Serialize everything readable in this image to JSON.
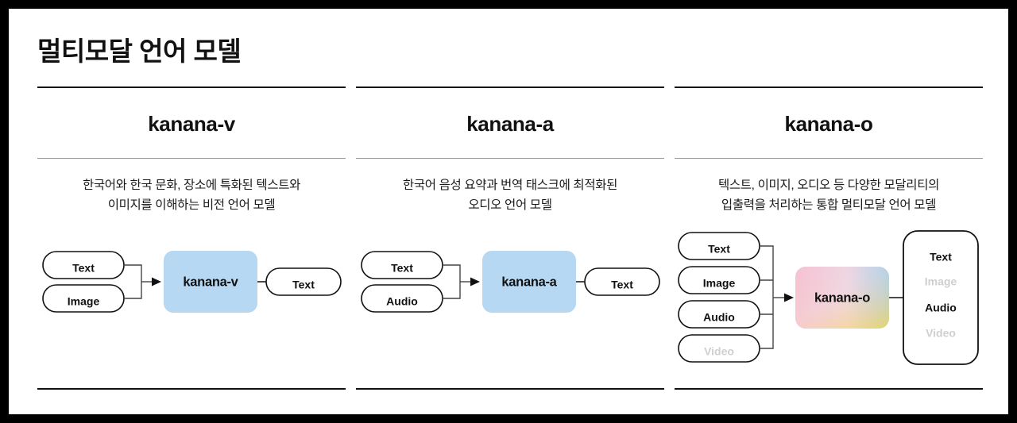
{
  "page": {
    "title": "멀티모달 언어 모델",
    "background": "#000000",
    "canvas_color": "#ffffff"
  },
  "colors": {
    "rule_top": "#111111",
    "rule_mid": "#9a9a9a",
    "core_blue": "#b6d8f2",
    "gradient_pink_top": "#f5ccdd",
    "gradient_blue": "#a9d4f0",
    "gradient_pink_bottom": "#f6a8bd",
    "gradient_yellow": "#ffd629",
    "muted_text": "#cfcfcf",
    "text": "#111111"
  },
  "columns": [
    {
      "id": "kanana-v",
      "name": "kanana-v",
      "description_lines": [
        "한국어와 한국 문화, 장소에 특화된 텍스트와",
        "이미지를 이해하는 비전 언어 모델"
      ],
      "diagram": {
        "type": "flow",
        "inputs": [
          {
            "label": "Text",
            "muted": false
          },
          {
            "label": "Image",
            "muted": false
          }
        ],
        "core": {
          "label": "kanana-v",
          "style": "blue"
        },
        "outputs": [
          {
            "label": "Text",
            "muted": false
          }
        ],
        "output_style": "pill"
      }
    },
    {
      "id": "kanana-a",
      "name": "kanana-a",
      "description_lines": [
        "한국어 음성 요약과 번역 태스크에 최적화된",
        "오디오 언어 모델"
      ],
      "diagram": {
        "type": "flow",
        "inputs": [
          {
            "label": "Text",
            "muted": false
          },
          {
            "label": "Audio",
            "muted": false
          }
        ],
        "core": {
          "label": "kanana-a",
          "style": "blue"
        },
        "outputs": [
          {
            "label": "Text",
            "muted": false
          }
        ],
        "output_style": "pill"
      }
    },
    {
      "id": "kanana-o",
      "name": "kanana-o",
      "description_lines": [
        "텍스트, 이미지, 오디오 등 다양한 모달리티의",
        "입출력을 처리하는 통합 멀티모달 언어 모델"
      ],
      "diagram": {
        "type": "flow",
        "inputs": [
          {
            "label": "Text",
            "muted": false
          },
          {
            "label": "Image",
            "muted": false
          },
          {
            "label": "Audio",
            "muted": false
          },
          {
            "label": "Video",
            "muted": true
          }
        ],
        "core": {
          "label": "kanana-o",
          "style": "gradient"
        },
        "outputs": [
          {
            "label": "Text",
            "muted": false
          },
          {
            "label": "Image",
            "muted": true
          },
          {
            "label": "Audio",
            "muted": false
          },
          {
            "label": "Video",
            "muted": true
          }
        ],
        "output_style": "box"
      }
    }
  ]
}
